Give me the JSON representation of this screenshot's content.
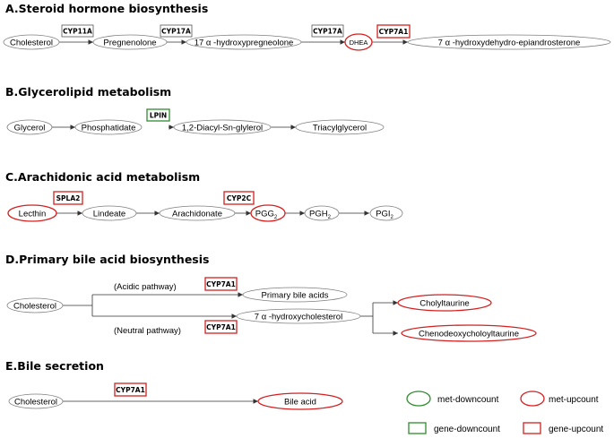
{
  "sections": {
    "a": {
      "title": "A.Steroid hormone biosynthesis",
      "nodes": [
        "Cholesterol",
        "Pregnenolone",
        "17 α -hydroxypregneolone",
        "DHEA",
        "7 α -hydroxydehydro-epiandrosterone"
      ],
      "genes": [
        "CYP11A",
        "CYP17A",
        "CYP17A",
        "CYP7A1"
      ]
    },
    "b": {
      "title": "B.Glycerolipid metabolism",
      "nodes": [
        "Glycerol",
        "Phosphatidate",
        "1,2-Diacyl-Sn-glylerol",
        "Triacylglycerol"
      ],
      "genes": [
        "LPIN"
      ]
    },
    "c": {
      "title": "C.Arachidonic acid metabolism",
      "nodes": [
        "Lecthin",
        "Lindeate",
        "Arachidonate",
        "PGG",
        "PGH",
        "PGI"
      ],
      "subscripts": [
        "2",
        "2",
        "2"
      ],
      "genes": [
        "SPLA2",
        "CYP2C"
      ]
    },
    "d": {
      "title": "D.Primary bile acid biosynthesis",
      "nodes": [
        "Cholesterol",
        "Primary bile acids",
        "7 α -hydroxycholesterol",
        "Cholyltaurine",
        "Chenodeoxycholoyltaurine"
      ],
      "pathways": [
        "(Acidic pathway)",
        "(Neutral pathway)"
      ],
      "genes": [
        "CYP7A1",
        "CYP7A1"
      ]
    },
    "e": {
      "title": "E.Bile secretion",
      "nodes": [
        "Cholesterol",
        "Bile acid"
      ],
      "genes": [
        "CYP7A1"
      ]
    }
  },
  "legend": {
    "met_down": "met-downcount",
    "met_up": "met-upcount",
    "gene_down": "gene-downcount",
    "gene_up": "gene-upcount"
  },
  "colors": {
    "up": "#d42020",
    "down": "#2e8b2e",
    "neutral": "#7f7f7f"
  }
}
